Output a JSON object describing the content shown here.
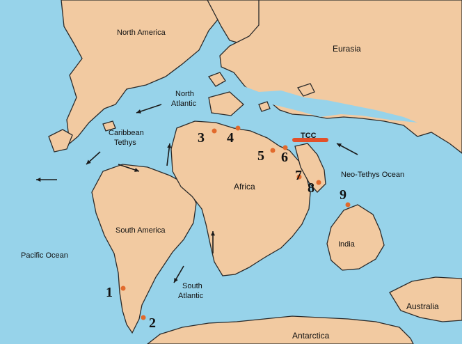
{
  "colors": {
    "ocean": "#97d3ea",
    "land": "#f2caa1",
    "site": "#e26a2c",
    "tcc_bar": "#e2502a",
    "arrow": "#1a1a1a"
  },
  "labels": {
    "north_america": "North America",
    "eurasia": "Eurasia",
    "north_atlantic_1": "North",
    "north_atlantic_2": "Atlantic",
    "caribbean_tethys_1": "Caribbean",
    "caribbean_tethys_2": "Tethys",
    "africa": "Africa",
    "neo_tethys": "Neo-Tethys Ocean",
    "tcc": "TCC",
    "south_america": "South America",
    "pacific_ocean": "Pacific Ocean",
    "south_atlantic_1": "South",
    "south_atlantic_2": "Atlantic",
    "india": "India",
    "australia": "Australia",
    "antarctica": "Antarctica"
  },
  "sites": [
    {
      "number": "1"
    },
    {
      "number": "2"
    },
    {
      "number": "3"
    },
    {
      "number": "4"
    },
    {
      "number": "5"
    },
    {
      "number": "6"
    },
    {
      "number": "7"
    },
    {
      "number": "8"
    },
    {
      "number": "9"
    }
  ],
  "arrow_icons": [
    "arrow-north-atlantic",
    "arrow-caribbean",
    "arrow-pacific-west",
    "arrow-south-america-east",
    "arrow-africa-north",
    "arrow-south-atlantic-north",
    "arrow-south-atlantic-south",
    "arrow-neo-tethys"
  ]
}
